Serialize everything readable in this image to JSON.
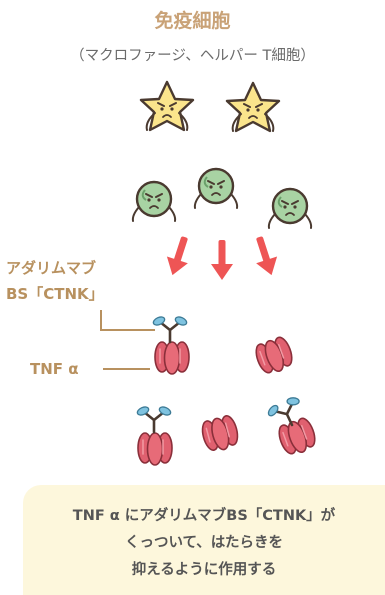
{
  "title": "免疫細胞",
  "subtitle": "（マクロファージ、ヘルパー T細胞）",
  "labels": {
    "drug_line1": "アダリムマブ",
    "drug_line2": "BS「CTNK」",
    "tnf": "TNF α"
  },
  "note": {
    "line1": "TNF α にアダリムマブBS「CTNK」が",
    "line2": "くっついて、はたらきを",
    "line3": "抑えるように作用する"
  },
  "colors": {
    "title": "#c9a277",
    "label": "#b8915f",
    "arrow": "#ee5555",
    "star_cell": "#fbe58c",
    "round_cell": "#a8d3a3",
    "tnf_molecule": "#e0606f",
    "antibody": "#7fc3e0",
    "note_bg": "#fdf7dc"
  },
  "icons": [
    "angry-star-cell-icon",
    "angry-round-cell-icon",
    "tnf-molecule-icon",
    "antibody-icon",
    "down-arrow-icon"
  ]
}
